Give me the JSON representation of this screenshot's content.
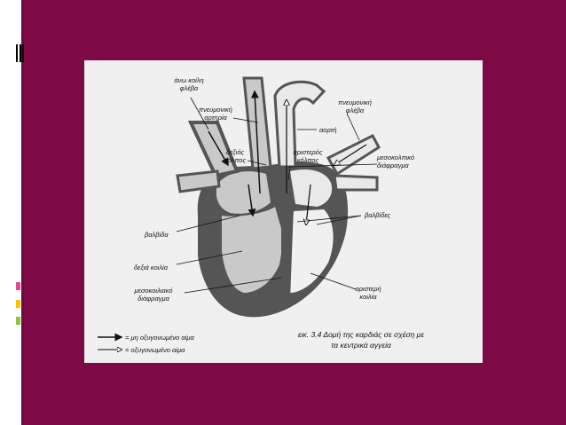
{
  "figure": {
    "labels": {
      "superior_vena_cava": [
        "άνω κοίλη",
        "φλέβα"
      ],
      "pulmonary_artery": [
        "πνευμονική",
        "αρτηρία"
      ],
      "pulmonary_vein": [
        "πνευμονική",
        "φλέβα"
      ],
      "aorta": "αορτή",
      "right_atrium": [
        "δεξιός",
        "κόλπος"
      ],
      "left_atrium": [
        "αριστερός",
        "κόλπος"
      ],
      "interatrial_septum": [
        "μεσοκολπικό",
        "διάφραγμα"
      ],
      "valves_right": "βαλβίδες",
      "valve_left": "βαλβίδα",
      "right_ventricle": "δεξιά κοιλία",
      "interventricular_septum": [
        "μεσοκοιλιακό",
        "διάφραγμα"
      ],
      "left_ventricle": [
        "αριστερή",
        "κοιλία"
      ]
    },
    "legend": {
      "deoxygenated": "= μη οξυγονωμένο αίμα",
      "oxygenated": "= οξυγονωμένο αίμα"
    },
    "caption": [
      "εικ. 3.4 Δομή της καρδιάς σε σχέση με",
      "τα κεντρικά αγγεία"
    ]
  },
  "colors": {
    "slide_background": "#7d0a45",
    "figure_background": "#f0f0f0",
    "heart_wall": "#555555",
    "heart_chamber_light": "#c9c9c9",
    "accent_green": "#8cc63f",
    "accent_pink": "#e0488f",
    "accent_blue": "#6fa8dc"
  }
}
